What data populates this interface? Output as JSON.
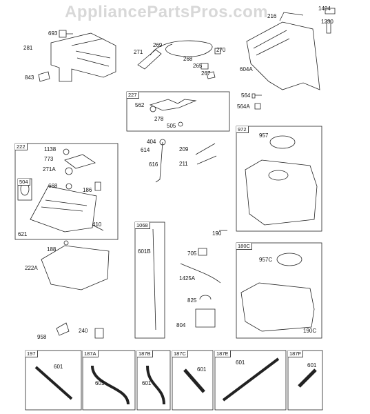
{
  "watermark": "AppliancePartsPros.com",
  "parts": {
    "p693": "693",
    "p281": "281",
    "p843": "843",
    "p269": "269",
    "p271": "271",
    "p268": "268",
    "p265": "265",
    "p267": "267",
    "p270": "270",
    "p216": "216",
    "p1404": "1404",
    "p1230": "1230",
    "p604A": "604A",
    "p564": "564",
    "p564A": "564A",
    "p562": "562",
    "p278": "278",
    "p505": "505",
    "p957": "957",
    "p1138": "1138",
    "p773": "773",
    "p271A": "271A",
    "p668": "668",
    "p186": "186",
    "p621": "621",
    "p410": "410",
    "p404": "404",
    "p614": "614",
    "p616": "616",
    "p209": "209",
    "p211": "211",
    "p190": "190",
    "p188": "188",
    "p222A": "222A",
    "p601B": "601B",
    "p705": "705",
    "p1425A": "1425A",
    "p825": "825",
    "p804": "804",
    "p957C": "957C",
    "p190C": "190C",
    "p958": "958",
    "p240": "240",
    "p601_197": "601",
    "p601_187A": "601",
    "p601_187B": "601",
    "p601_187C": "601",
    "p601_187E": "601",
    "p601_187F": "601"
  },
  "groups": {
    "g227": "227",
    "g222": "222",
    "g504": "504",
    "g972": "972",
    "g1068": "1068",
    "g180C": "180C",
    "g197": "197",
    "g187A": "187A",
    "g187B": "187B",
    "g187C": "187C",
    "g187E": "187E",
    "g187F": "187F"
  }
}
